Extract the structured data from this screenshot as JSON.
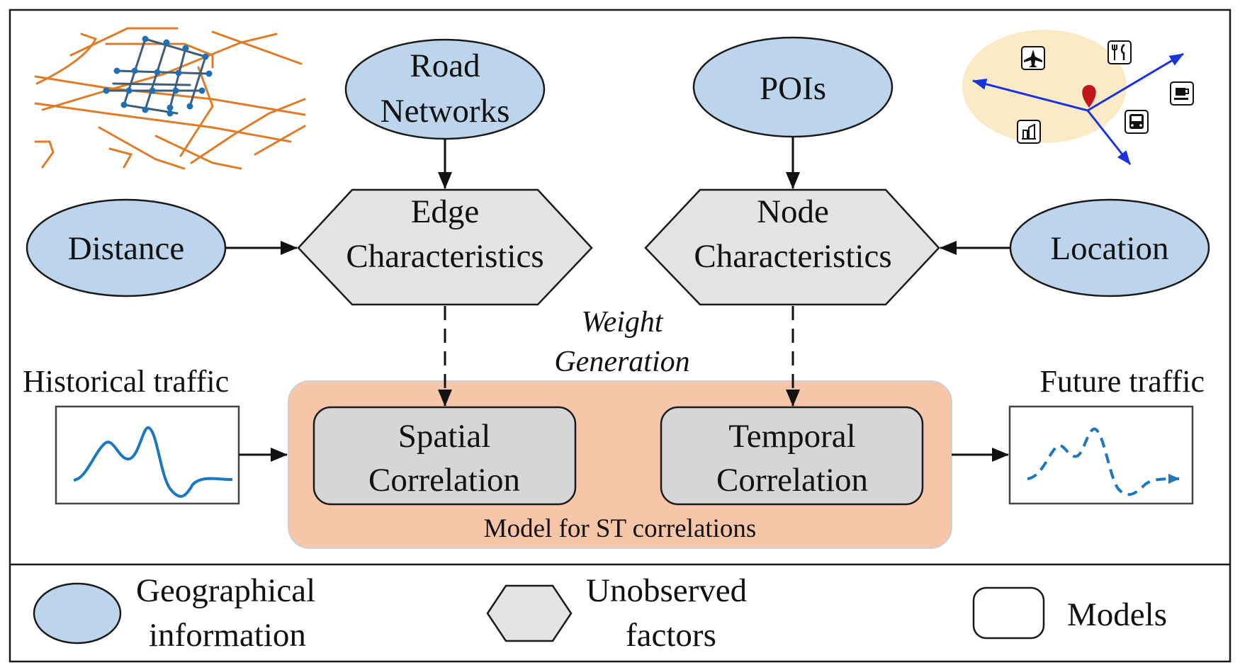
{
  "colors": {
    "geo_fill": "#bcd5ec",
    "geo_stroke": "#1a1a1a",
    "hex_fill": "#e3e3e3",
    "model_region_fill": "#f7c6a8",
    "model_region_stroke": "#cfcfcf",
    "model_box_fill": "#d6d6d6",
    "road_orange": "#e07b28",
    "road_grid": "#3f5e7a",
    "road_node": "#1f6fb5",
    "poi_bg": "#faebc6",
    "poi_arrow": "#1a33e0",
    "poi_pin": "#c0161c",
    "traffic_line": "#1a78c2"
  },
  "nodes": {
    "road_networks": [
      "Road",
      "Networks"
    ],
    "pois": "POIs",
    "distance": "Distance",
    "location": "Location",
    "edge_characteristics": [
      "Edge",
      "Characteristics"
    ],
    "node_characteristics": [
      "Node",
      "Characteristics"
    ],
    "weight_generation": [
      "Weight",
      "Generation"
    ],
    "spatial_correlation": [
      "Spatial",
      "Correlation"
    ],
    "temporal_correlation": [
      "Temporal",
      "Correlation"
    ],
    "model_region": "Model for ST correlations",
    "historical_traffic": "Historical traffic",
    "future_traffic": "Future traffic"
  },
  "icons": {
    "road_map": "road-network-map-icon",
    "poi_map": "poi-map-icon",
    "poi_items": [
      "airplane-icon",
      "restaurant-icon",
      "coffee-icon",
      "bus-icon",
      "office-icon",
      "location-pin-icon"
    ]
  },
  "legend": {
    "geographical": [
      "Geographical",
      "information"
    ],
    "unobserved": [
      "Unobserved",
      "factors"
    ],
    "models": "Models"
  }
}
